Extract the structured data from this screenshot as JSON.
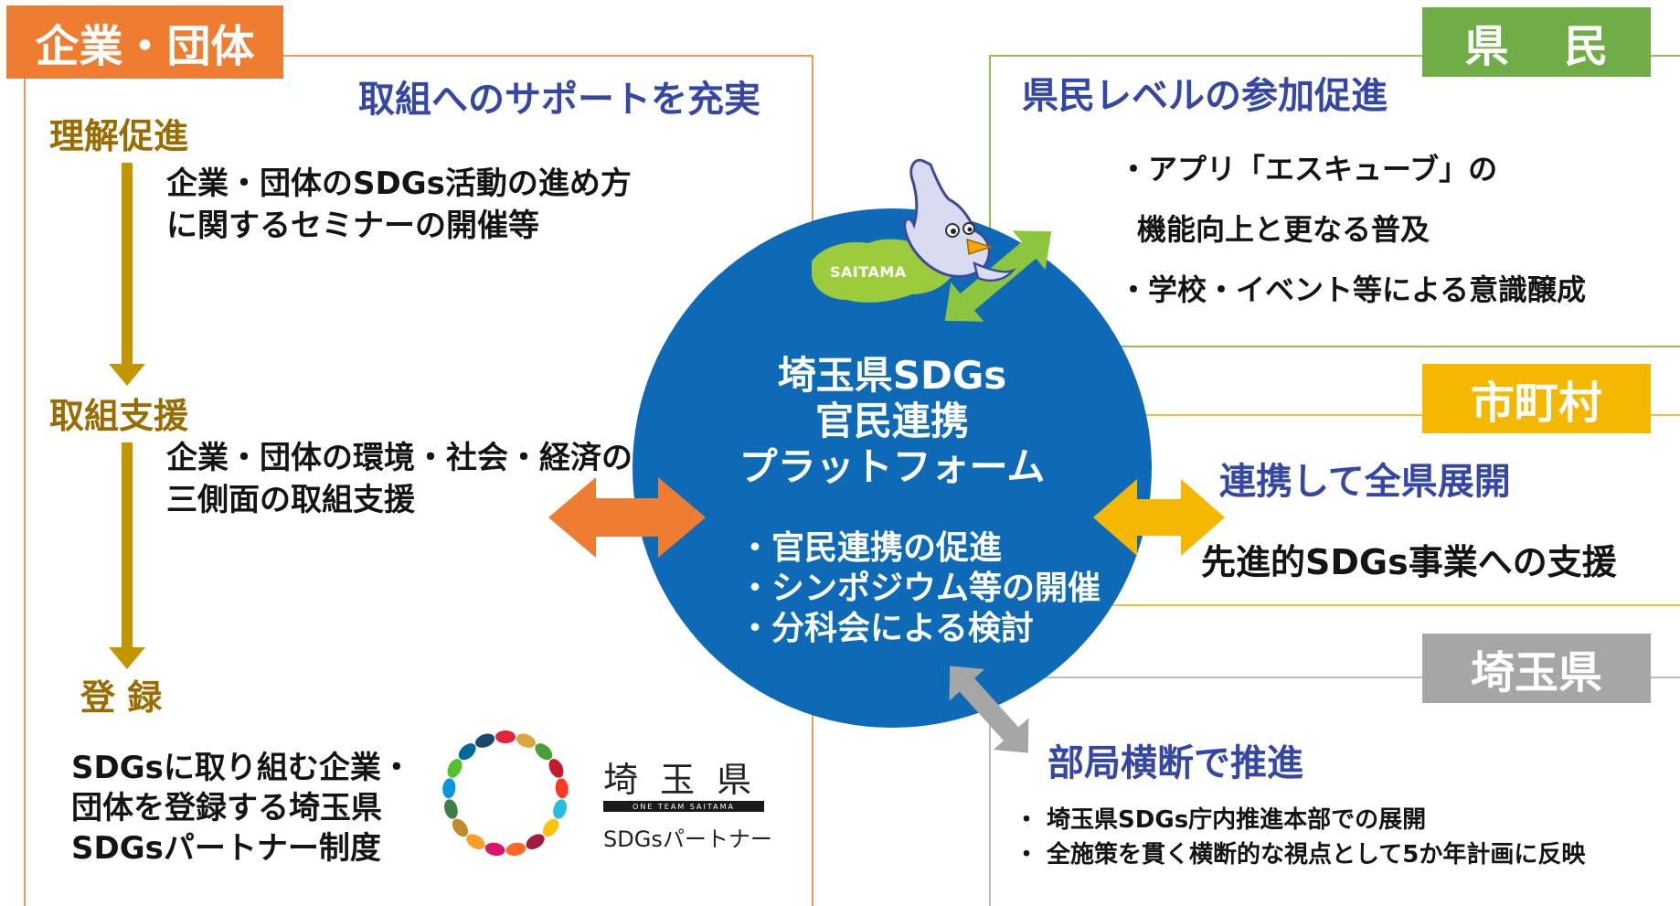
{
  "tags": {
    "business": "企業・団体",
    "citizens": "県 民",
    "municipalities": "市町村",
    "prefecture": "埼玉県"
  },
  "business_panel": {
    "headline": "取組へのサポートを充実",
    "step1_title": "理解促進",
    "step1_line1": "企業・団体のSDGs活動の進め方",
    "step1_line2": "に関するセミナーの開催等",
    "step2_title": "取組支援",
    "step2_line1": "企業・団体の環境・社会・経済の",
    "step2_line2": "三側面の取組支援",
    "step3_title": "登 録",
    "step3_line1": "SDGsに取り組む企業・",
    "step3_line2": "団体を登録する埼玉県",
    "step3_line3": "SDGsパートナー制度",
    "logo_name": "埼 玉 県",
    "logo_band": "ONE TEAM SAITAMA",
    "logo_sub": "SDGsパートナー",
    "logo_colors": [
      "#e5243b",
      "#dda63a",
      "#4c9f38",
      "#c5192d",
      "#ff3a21",
      "#26bde2",
      "#fcc30b",
      "#a21942",
      "#fd6925",
      "#dd1367",
      "#fd9d24",
      "#bf8b2e",
      "#3f7e44",
      "#0a97d9",
      "#56c02b",
      "#00689d",
      "#19486a"
    ]
  },
  "center": {
    "title1": "埼玉県SDGs",
    "title2": "官民連携",
    "title3": "プラットフォーム",
    "bullet1": "・官民連携の促進",
    "bullet2": "・シンポジウム等の開催",
    "bullet3": "・分科会による検討",
    "badge": "SAITAMA"
  },
  "citizens_panel": {
    "headline": "県民レベルの参加促進",
    "line1": "・アプリ「エスキューブ」の",
    "line2": "機能向上と更なる普及",
    "line3": "・学校・イベント等による意識醸成"
  },
  "municipalities_panel": {
    "headline": "連携して全県展開",
    "body": "先進的SDGs事業への支援"
  },
  "prefecture_panel": {
    "headline": "部局横断で推進",
    "line1": "・ 埼玉県SDGs庁内推進本部での展開",
    "line2": "・ 全施策を貫く横断的な視点として5か年計画に反映"
  },
  "colors": {
    "orange": "#ee7d31",
    "green": "#70ad47",
    "yellow": "#f5b800",
    "grey": "#a6a6a6",
    "blue_circle": "#0e6ab6",
    "heading_blue": "#3547a6",
    "gold": "#9a6c00"
  }
}
